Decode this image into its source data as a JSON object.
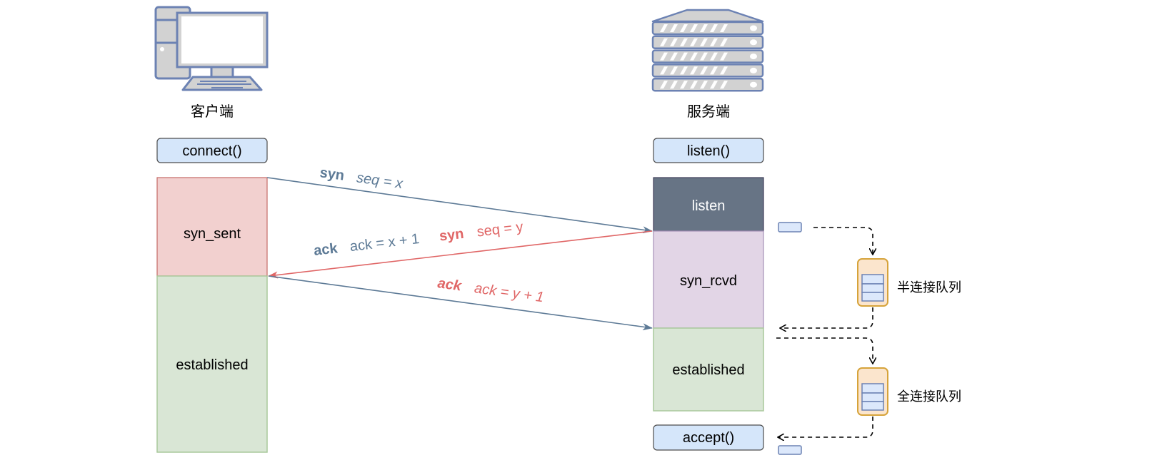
{
  "client": {
    "title": "客户端",
    "icon": "desktop-computer-icon",
    "call": "connect()",
    "states": [
      "syn_sent",
      "established"
    ]
  },
  "server": {
    "title": "服务端",
    "icon": "server-rack-icon",
    "call_top": "listen()",
    "call_bottom": "accept()",
    "states": [
      "listen",
      "syn_rcvd",
      "established"
    ]
  },
  "messages": [
    {
      "flag": "syn",
      "detail": "seq = x",
      "direction": "client-to-server"
    },
    {
      "flag_ack": "ack",
      "detail_ack": "ack = x + 1",
      "flag_syn": "syn",
      "detail_syn": "seq = y",
      "direction": "server-to-client"
    },
    {
      "flag": "ack",
      "detail": "ack = y + 1",
      "direction": "client-to-server"
    }
  ],
  "queues": {
    "half": "半连接队列",
    "full": "全连接队列"
  },
  "colors": {
    "blue_line": "#5d7a96",
    "red_line": "#e06666",
    "call_fill": "#d5e6fa",
    "syn_sent_fill": "#f2d0cf",
    "established_fill": "#d9e6d5",
    "listen_fill": "#677485",
    "syn_rcvd_fill": "#e2d5e6",
    "queue_fill": "#fbe5cd",
    "queue_stroke": "#d6a33a",
    "icon_stroke": "#6c82b3",
    "icon_fill": "#d2d2d2"
  }
}
